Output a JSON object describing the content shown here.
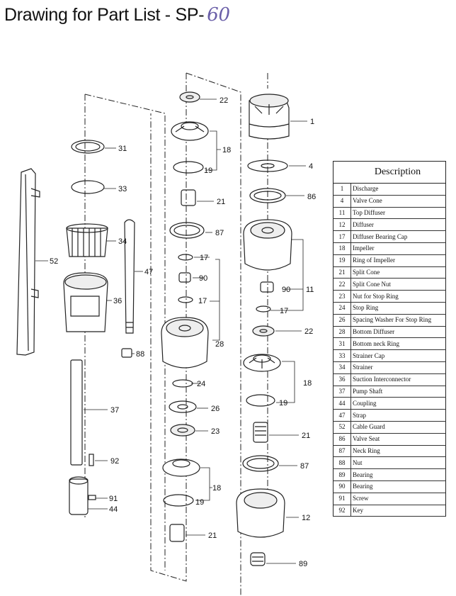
{
  "title": {
    "text": "Drawing for Part List - SP-",
    "handwritten": "60"
  },
  "table": {
    "header": "Description",
    "rows": [
      {
        "no": "1",
        "desc": "Discharge"
      },
      {
        "no": "4",
        "desc": "Valve Cone"
      },
      {
        "no": "11",
        "desc": "Top Diffuser"
      },
      {
        "no": "12",
        "desc": "Diffuser"
      },
      {
        "no": "17",
        "desc": "Diffuser Bearing Cap"
      },
      {
        "no": "18",
        "desc": "Impeller"
      },
      {
        "no": "19",
        "desc": "Ring of Impeller"
      },
      {
        "no": "21",
        "desc": "Split Cone"
      },
      {
        "no": "22",
        "desc": "Split Cone Nut"
      },
      {
        "no": "23",
        "desc": "Nut for Stop Ring"
      },
      {
        "no": "24",
        "desc": "Stop Ring"
      },
      {
        "no": "26",
        "desc": "Spacing Washer For Stop Ring"
      },
      {
        "no": "28",
        "desc": "Bottom Diffuser"
      },
      {
        "no": "31",
        "desc": "Bottom neck Ring"
      },
      {
        "no": "33",
        "desc": "Strainer Cap"
      },
      {
        "no": "34",
        "desc": "Strainer"
      },
      {
        "no": "36",
        "desc": "Suction Interconnector"
      },
      {
        "no": "37",
        "desc": "Pump Shaft"
      },
      {
        "no": "44",
        "desc": "Coupling"
      },
      {
        "no": "47",
        "desc": "Strap"
      },
      {
        "no": "52",
        "desc": "Cable Guard"
      },
      {
        "no": "86",
        "desc": "Valve Seat"
      },
      {
        "no": "87",
        "desc": "Neck Ring"
      },
      {
        "no": "88",
        "desc": "Nut"
      },
      {
        "no": "89",
        "desc": "Bearing"
      },
      {
        "no": "90",
        "desc": "Bearing"
      },
      {
        "no": "91",
        "desc": "Screw"
      },
      {
        "no": "92",
        "desc": "Key"
      }
    ]
  },
  "callouts": {
    "c1": "1",
    "c4": "4",
    "c86": "86",
    "c11": "11",
    "c22a": "22",
    "c22b": "22",
    "c18a": "18",
    "c18b": "18",
    "c18c": "18",
    "c19a": "19",
    "c19b": "19",
    "c19c": "19",
    "c21a": "21",
    "c21b": "21",
    "c21c": "21",
    "c87a": "87",
    "c87b": "87",
    "c17a": "17",
    "c17b": "17",
    "c17c": "17",
    "c90a": "90",
    "c90b": "90",
    "c28": "28",
    "c24": "24",
    "c26": "26",
    "c23": "23",
    "c12": "12",
    "c89": "89",
    "c31": "31",
    "c33": "33",
    "c34": "34",
    "c36": "36",
    "c37": "37",
    "c92": "92",
    "c91": "91",
    "c44": "44",
    "c52": "52",
    "c47": "47",
    "c88": "88"
  }
}
